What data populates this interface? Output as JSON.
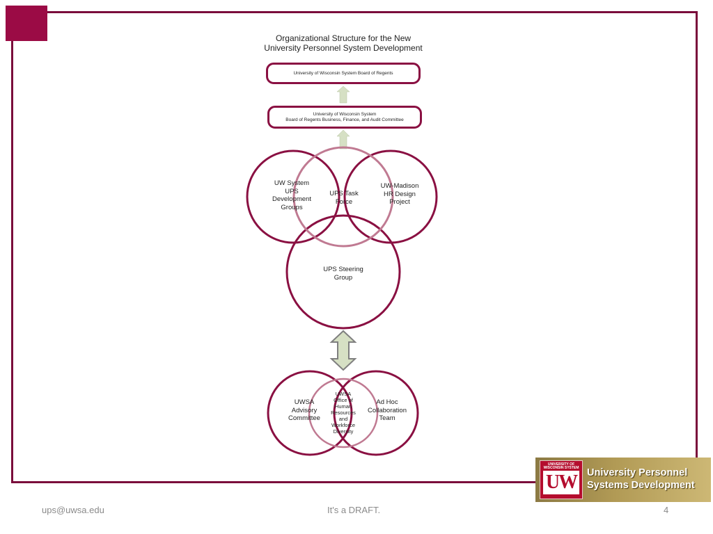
{
  "diagram": {
    "title": [
      "Organizational Structure for the New",
      "University Personnel System Development"
    ],
    "regents_box": "University of Wisconsin System Board of Regents",
    "committee_box": [
      "University of Wisconsin System",
      "Board of Regents Business, Finance, and Audit Committee"
    ],
    "circles": {
      "uw_system_ups": [
        "UW System",
        "UPS",
        "Development",
        "Groups"
      ],
      "ups_task_force": [
        "UPS Task",
        "Force"
      ],
      "uw_madison_hr": [
        "UW-Madison",
        "HR Design",
        "Project"
      ],
      "ups_steering": [
        "UPS Steering",
        "Group"
      ],
      "uwsa_advisory": [
        "UWSA",
        "Advisory",
        "Committee"
      ],
      "uwsa_ohrwd": [
        "UWSA",
        "Office of",
        "Human",
        "Resources",
        "and",
        "Workforce",
        "Diversity"
      ],
      "ad_hoc": [
        "Ad Hoc",
        "Collaboration",
        "Team"
      ]
    }
  },
  "footer": {
    "email": "ups@uwsa.edu",
    "draft": "It's a DRAFT.",
    "page": "4"
  },
  "logo": {
    "badge_top": [
      "UNIVERSITY OF",
      "WISCONSIN SYSTEM"
    ],
    "badge_letters": "UW",
    "line1": "University Personnel",
    "line2": "Systems Development"
  },
  "colors": {
    "frame": "#7a0c3b",
    "accent": "#9b0b45",
    "circle": "#8a1042",
    "arrow": "#d6e0c4"
  }
}
